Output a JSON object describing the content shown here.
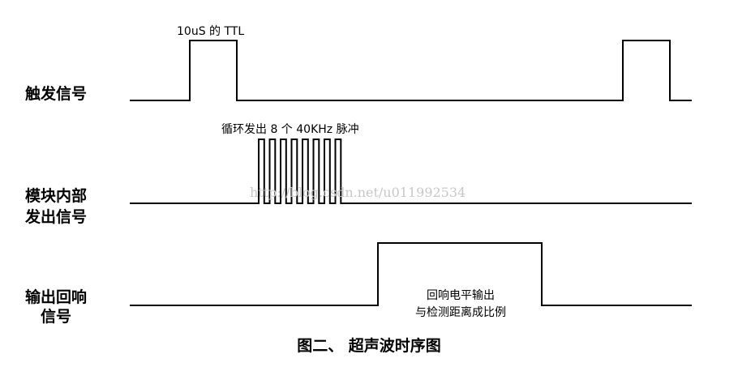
{
  "rows": {
    "trigger": {
      "label": "触发信号"
    },
    "module": {
      "label_line1": "模块内部",
      "label_line2": "发出信号"
    },
    "echo": {
      "label_line1": "输出回响",
      "label_line2": "信号"
    }
  },
  "annotations": {
    "ttl": "10uS 的 TTL",
    "burst": "循环发出 8 个 40KHz 脉冲",
    "echo_line1": "回响电平输出",
    "echo_line2": "与检测距离成比例"
  },
  "watermark": "http://blog.csdn.net/u011992534",
  "caption": "图二、 超声波时序图",
  "burst_pulse_count": 8,
  "colors": {
    "line": "#000000",
    "background": "#ffffff",
    "watermark": "#c8c8c8"
  }
}
